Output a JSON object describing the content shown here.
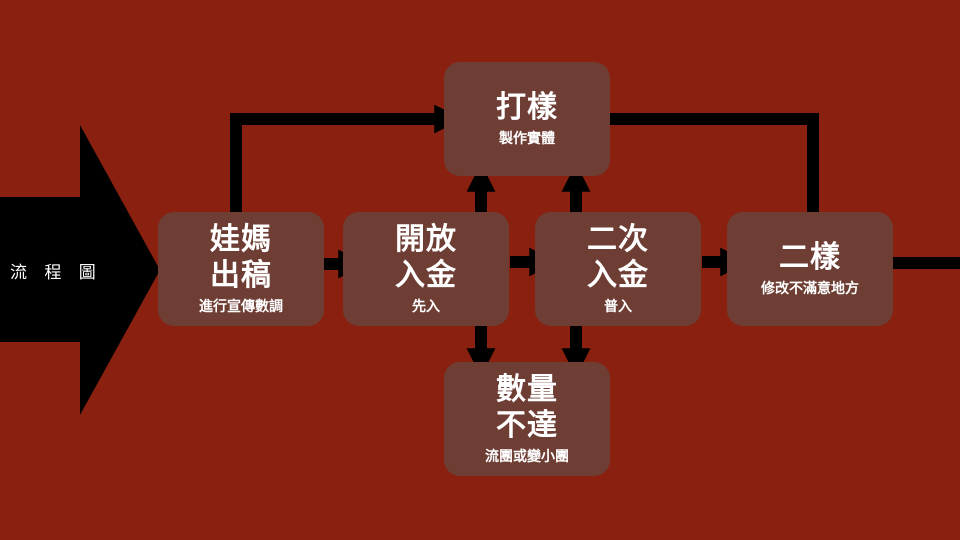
{
  "flow_label": "流 程 圖",
  "nodes": {
    "draft": {
      "title_lines": [
        "娃媽",
        "出稿"
      ],
      "subtitle": "進行宣傳數調"
    },
    "preorder": {
      "title_lines": [
        "開放",
        "入金"
      ],
      "subtitle": "先入"
    },
    "sample": {
      "title_lines": [
        "打樣"
      ],
      "subtitle": "製作實體"
    },
    "second": {
      "title_lines": [
        "二次",
        "入金"
      ],
      "subtitle": "普入"
    },
    "shortfall": {
      "title_lines": [
        "數量",
        "不達"
      ],
      "subtitle": "流團或變小團"
    },
    "second_sample": {
      "title_lines": [
        "二樣"
      ],
      "subtitle": "修改不滿意地方"
    }
  },
  "colors": {
    "background": "#8a2010",
    "node": "#6e3e35",
    "arrow": "#000000",
    "text": "#ffffff"
  }
}
